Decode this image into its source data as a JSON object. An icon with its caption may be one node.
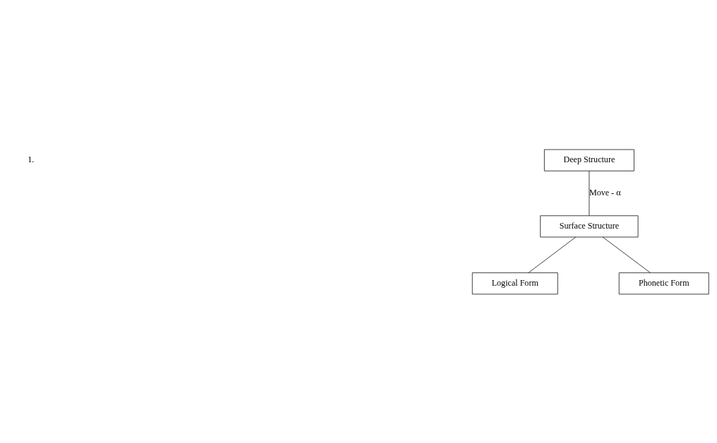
{
  "diagram": {
    "nodes": [
      {
        "text": [
          "Deep Structure"
        ]
      },
      {
        "text": [
          "Surface Structure"
        ]
      },
      {
        "text": [
          "Logical Form"
        ]
      },
      {
        "text": [
          "Phonetic Form"
        ]
      }
    ],
    "edges": [
      {
        "from": 0,
        "to": 1,
        "arrow": "none",
        "label": "Move - α"
      },
      {
        "from": 1,
        "to": 2,
        "arrow": "none"
      },
      {
        "from": 1,
        "to": 3,
        "arrow": "none"
      }
    ],
    "labels": [
      "1."
    ]
  }
}
